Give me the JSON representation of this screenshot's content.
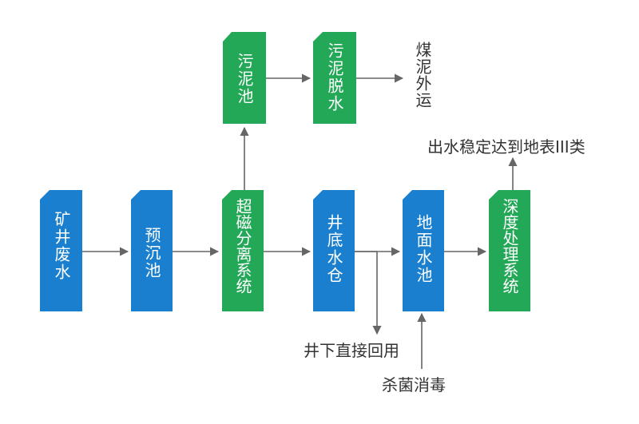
{
  "colors": {
    "blue": "#1a7fce",
    "green": "#23a857",
    "arrow": "#666666",
    "text": "#333333"
  },
  "nodes": {
    "mine_water": {
      "label": "矿井废水",
      "color": "blue"
    },
    "presedimentation": {
      "label": "预沉池",
      "color": "blue"
    },
    "magnetic_separation": {
      "label": "超磁分离系统",
      "color": "green"
    },
    "shaft_bottom_sump": {
      "label": "井底水仓",
      "color": "blue"
    },
    "surface_pool": {
      "label": "地面水池",
      "color": "blue"
    },
    "advanced_treatment": {
      "label": "深度处理系统",
      "color": "green"
    },
    "sludge_tank": {
      "label": "污泥池",
      "color": "green"
    },
    "sludge_dewatering": {
      "label": "污泥脱水",
      "color": "green"
    }
  },
  "labels": {
    "coal_slime": "煤泥外运",
    "discharge_standard": "出水稳定达到地表III类",
    "underground_reuse": "井下直接回用",
    "disinfection": "杀菌消毒"
  }
}
